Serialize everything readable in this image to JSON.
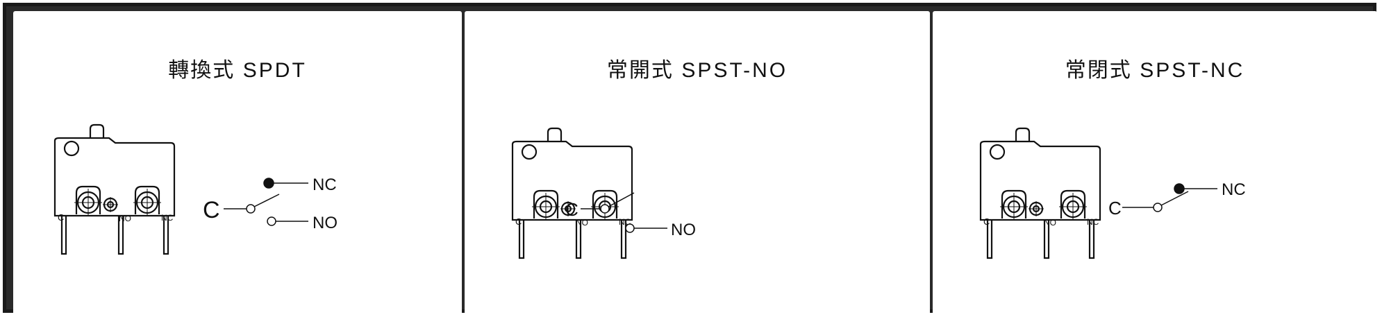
{
  "panels": [
    {
      "title_cn": "轉換式",
      "title_en": "SPDT",
      "switch_labels": {
        "c": "C",
        "no": "NO",
        "nc": "NC"
      },
      "symbol_labels": {
        "c": "C",
        "nc": "NC",
        "no": "NO"
      }
    },
    {
      "title_cn": "常開式",
      "title_en": "SPST-NO",
      "switch_labels": {
        "c": "C",
        "no": "NO",
        "nc": "NC"
      },
      "symbol_labels": {
        "c": "C",
        "no": "NO"
      }
    },
    {
      "title_cn": "常閉式",
      "title_en": "SPST-NC",
      "switch_labels": {
        "c": "C",
        "no": "NO",
        "nc": "NC"
      },
      "symbol_labels": {
        "c": "C",
        "nc": "NC"
      }
    }
  ]
}
